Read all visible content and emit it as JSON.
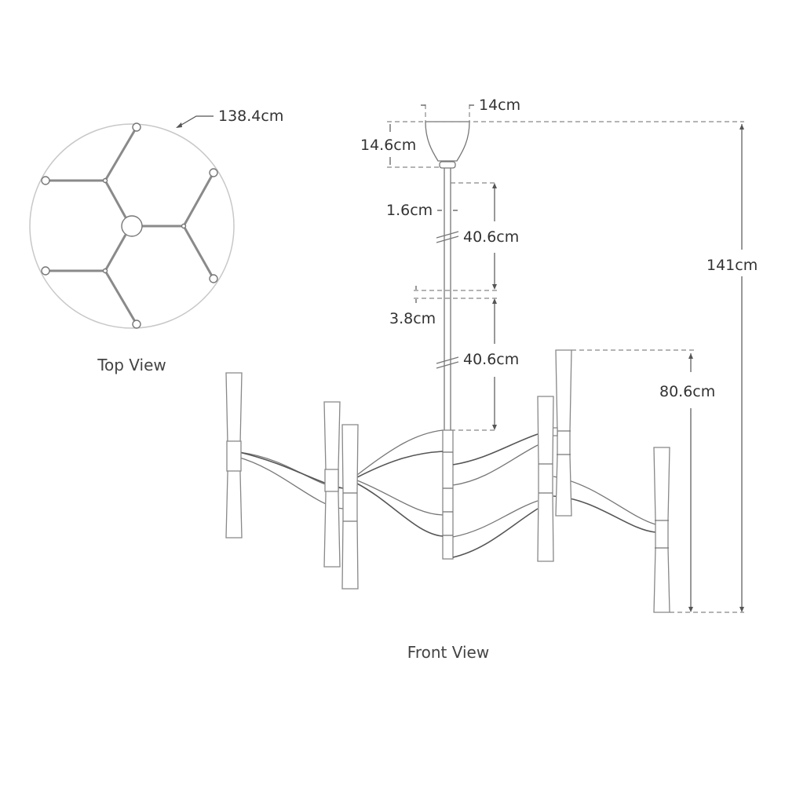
{
  "top_view": {
    "caption": "Top View",
    "diameter_label": "138.4cm"
  },
  "front_view": {
    "caption": "Front View",
    "canopy_width_label": "14cm",
    "canopy_height_label": "14.6cm",
    "stem_diameter_label": "1.6cm",
    "stem_segment_1_label": "40.6cm",
    "coupling_label": "3.8cm",
    "stem_segment_2_label": "40.6cm",
    "fixture_height_label": "80.6cm",
    "overall_height_label": "141cm"
  },
  "colors": {
    "line": "#777777",
    "text": "#333333",
    "background": "#ffffff"
  }
}
